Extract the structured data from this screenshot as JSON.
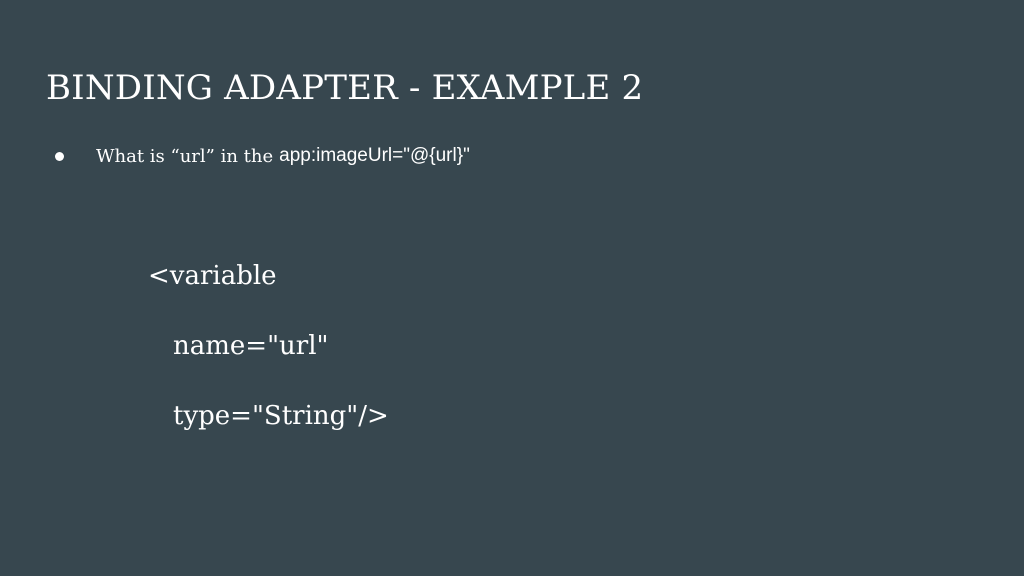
{
  "slide": {
    "title": "BINDING ADAPTER - EXAMPLE 2",
    "bullet": {
      "prefix": "What is “url” in the",
      "code": "app:imageUrl=\"@{url}\""
    },
    "code_lines": [
      "<variable",
      "name=\"url\"",
      "type=\"String\"/>"
    ]
  },
  "colors": {
    "background": "#37474f",
    "text": "#ffffff"
  }
}
